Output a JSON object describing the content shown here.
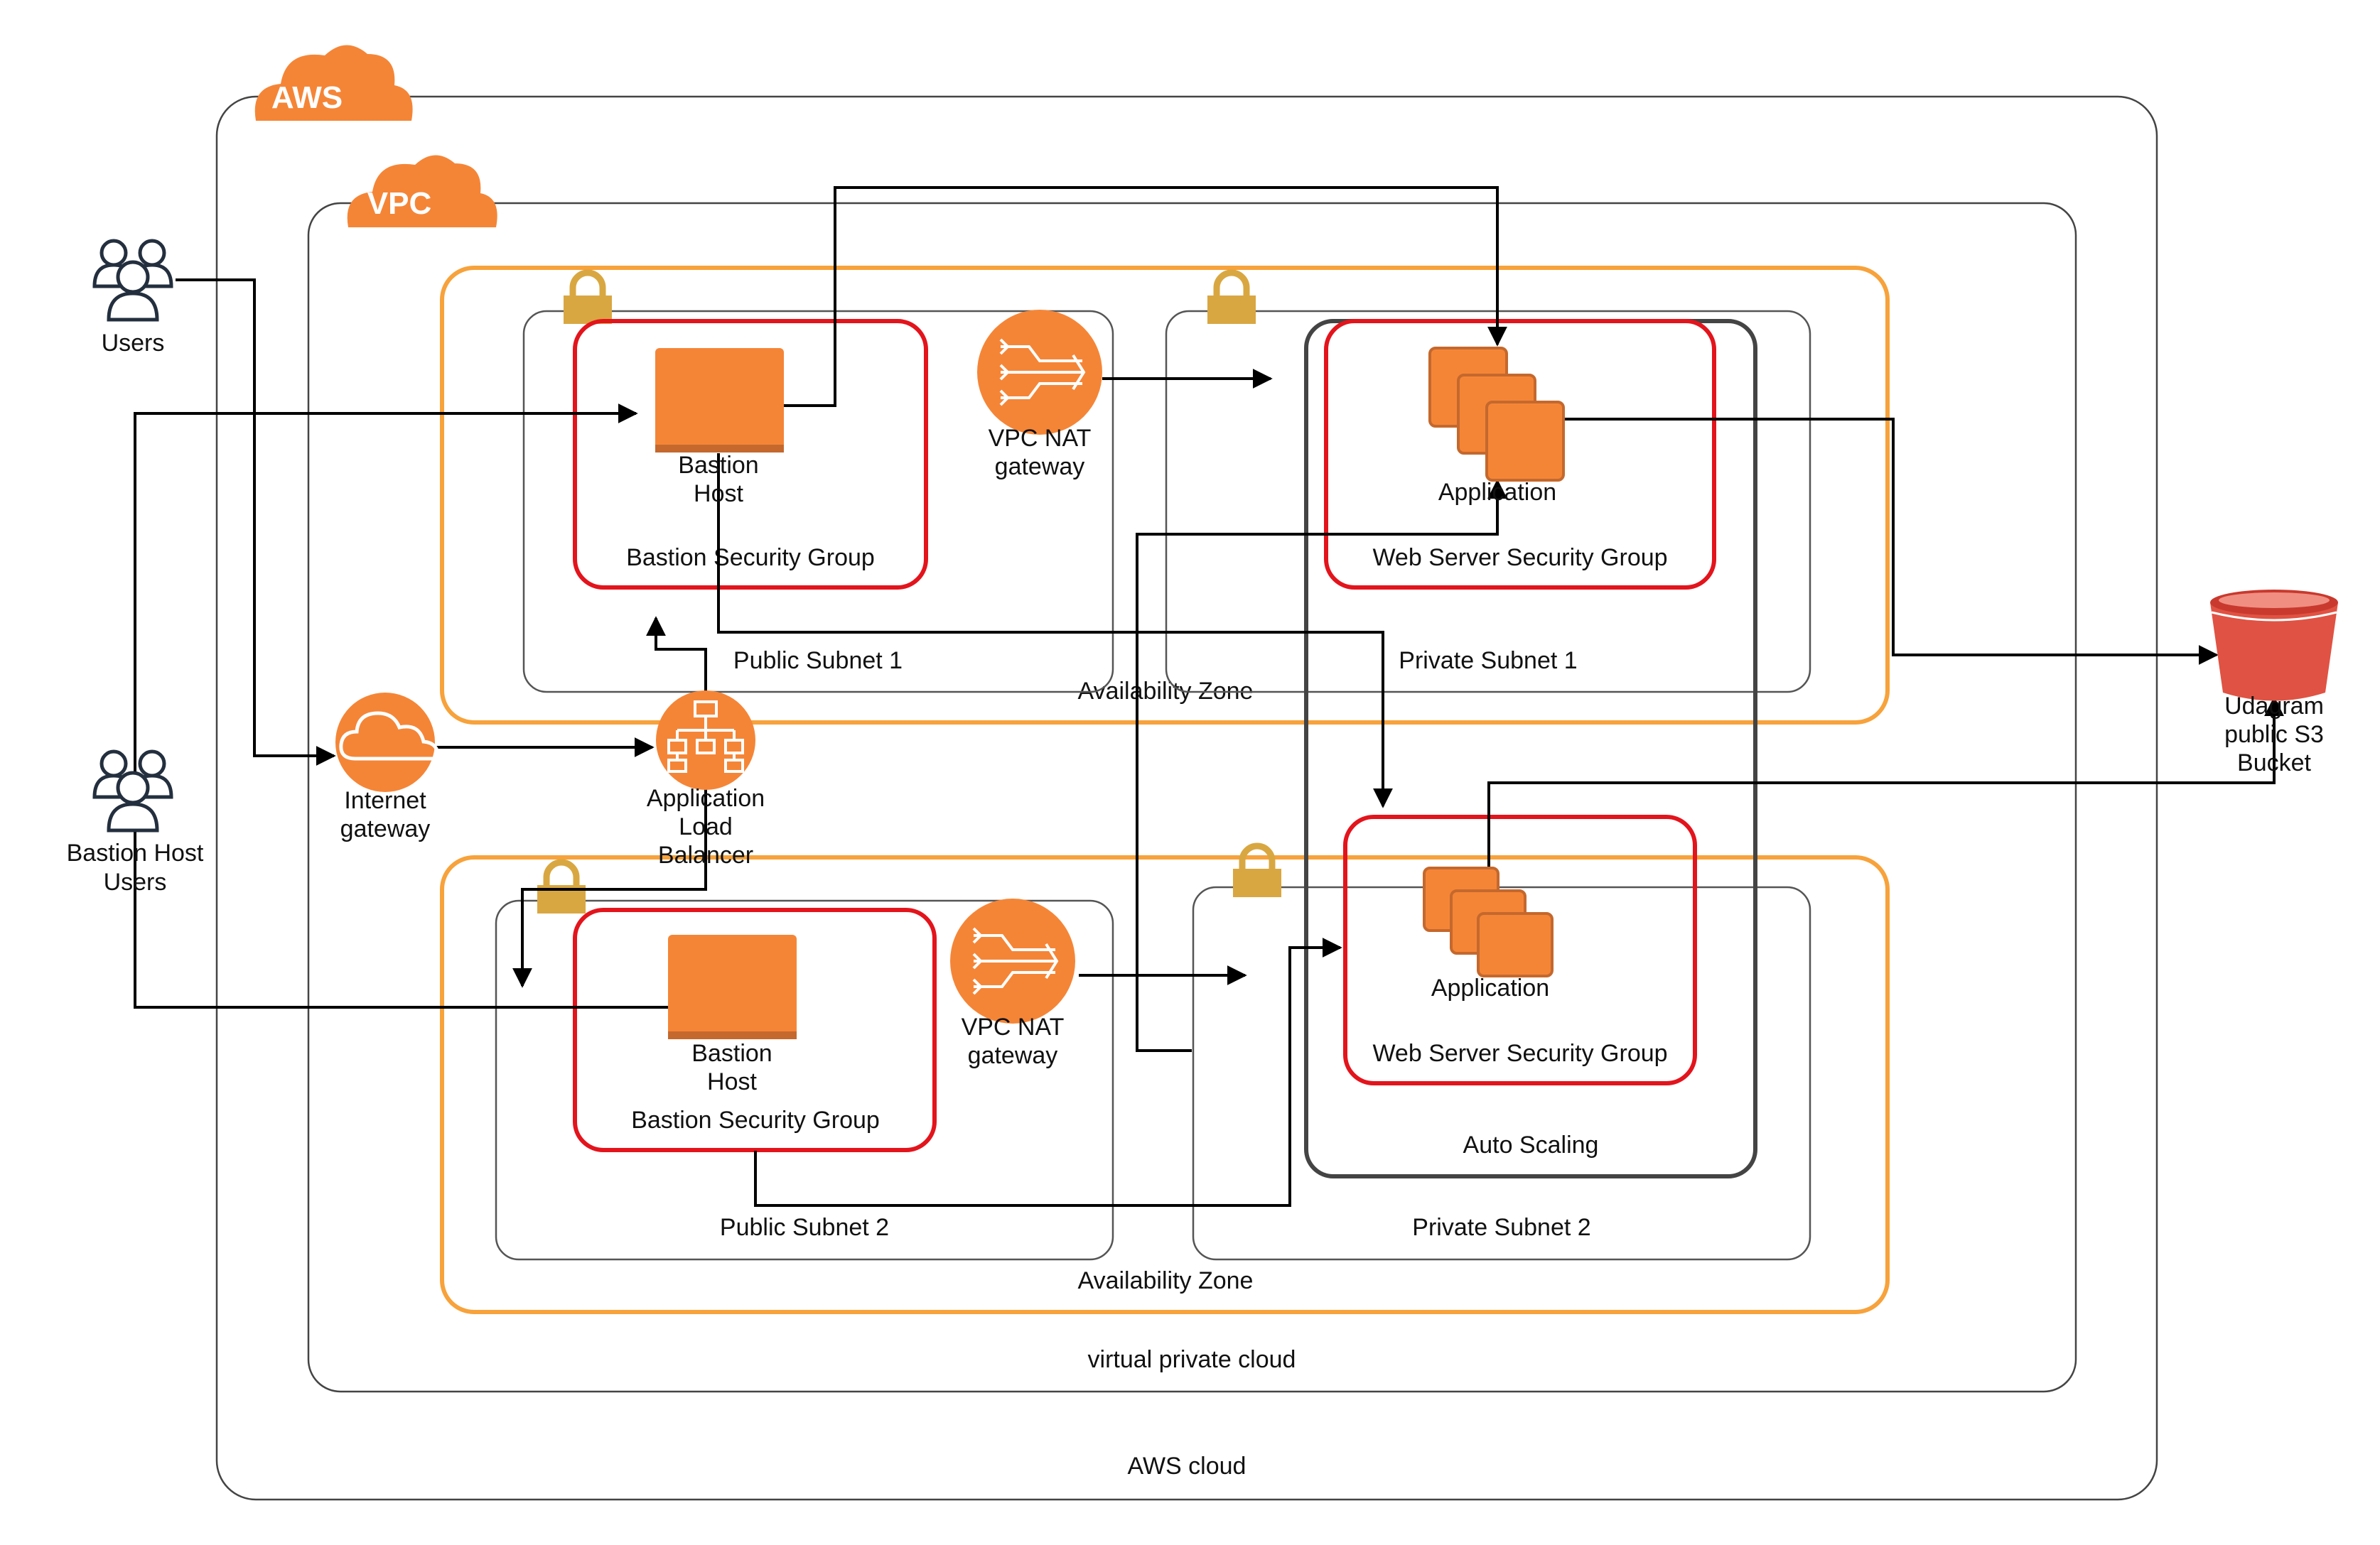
{
  "labels": {
    "aws_badge": "AWS",
    "vpc_badge": "VPC",
    "users": "Users",
    "bastion_host_users": [
      "Bastion Host",
      "Users"
    ],
    "internet_gateway": [
      "Internet",
      "gateway"
    ],
    "alb": [
      "Application",
      "Load",
      "Balancer"
    ],
    "bastion_host": [
      "Bastion",
      "Host"
    ],
    "bastion_sg": "Bastion Security Group",
    "vpc_nat": [
      "VPC NAT",
      "gateway"
    ],
    "application": "Application",
    "web_sg": "Web Server Security Group",
    "public_subnet_1": "Public Subnet 1",
    "private_subnet_1": "Private Subnet 1",
    "public_subnet_2": "Public Subnet 2",
    "private_subnet_2": "Private Subnet 2",
    "availability_zone": "Availability Zone",
    "auto_scaling": "Auto Scaling",
    "virtual_private_cloud": "virtual private cloud",
    "aws_cloud": "AWS cloud",
    "s3_bucket": [
      "Udagram",
      "public S3",
      "Bucket"
    ]
  },
  "colors": {
    "aws_orange": "#F58536",
    "az_border": "#F7A23B",
    "sg_border": "#E3141C",
    "lock": "#D9A741",
    "s3_red": "#E05243",
    "line": "#000000",
    "container": "#333333"
  },
  "icons": [
    "users-icon",
    "bastion-users-icon",
    "internet-gateway-icon",
    "load-balancer-icon",
    "ec2-instance-icon",
    "nat-gateway-icon",
    "ec2-instances-icon",
    "lock-icon",
    "s3-bucket-icon"
  ]
}
